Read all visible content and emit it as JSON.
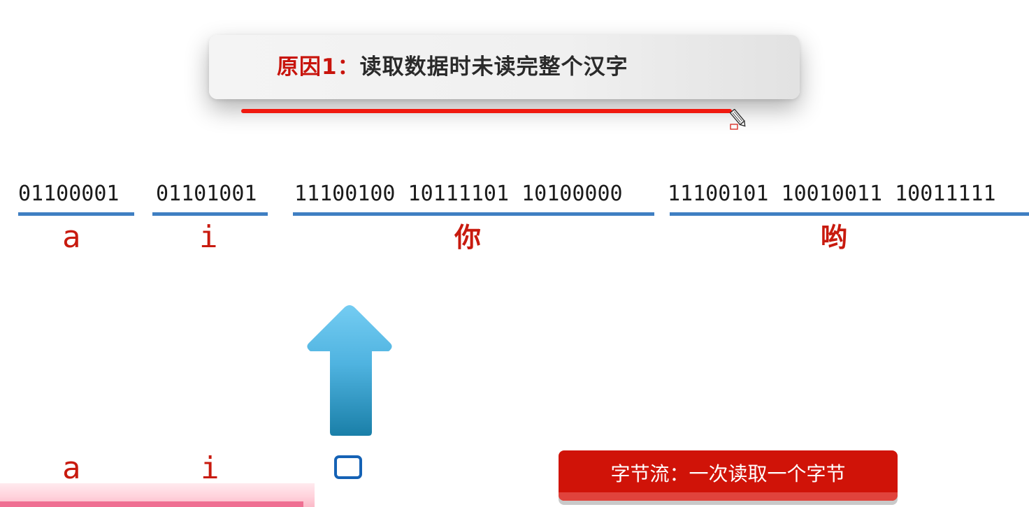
{
  "title": {
    "prefix": "原因1：",
    "body": "读取数据时未读完整个汉字"
  },
  "bytes": [
    "01100001",
    "01101001",
    "11100100 10111101 10100000",
    "11100101 10010011 10011111"
  ],
  "characters": [
    "a",
    "i",
    "你",
    "哟"
  ],
  "output": {
    "chars": [
      "a",
      "i"
    ],
    "broken_glyph": "broken-character-box"
  },
  "banner": {
    "text": "字节流：一次读取一个字节"
  },
  "icons": {
    "arrow": "up-arrow-icon",
    "cursor": "pen-cursor-icon"
  },
  "colors": {
    "accent_red": "#c81a0e",
    "underline_blue": "#3f7fc2",
    "pen_red": "#f0190f",
    "banner_red": "#d01308",
    "box_blue": "#1562b5"
  }
}
